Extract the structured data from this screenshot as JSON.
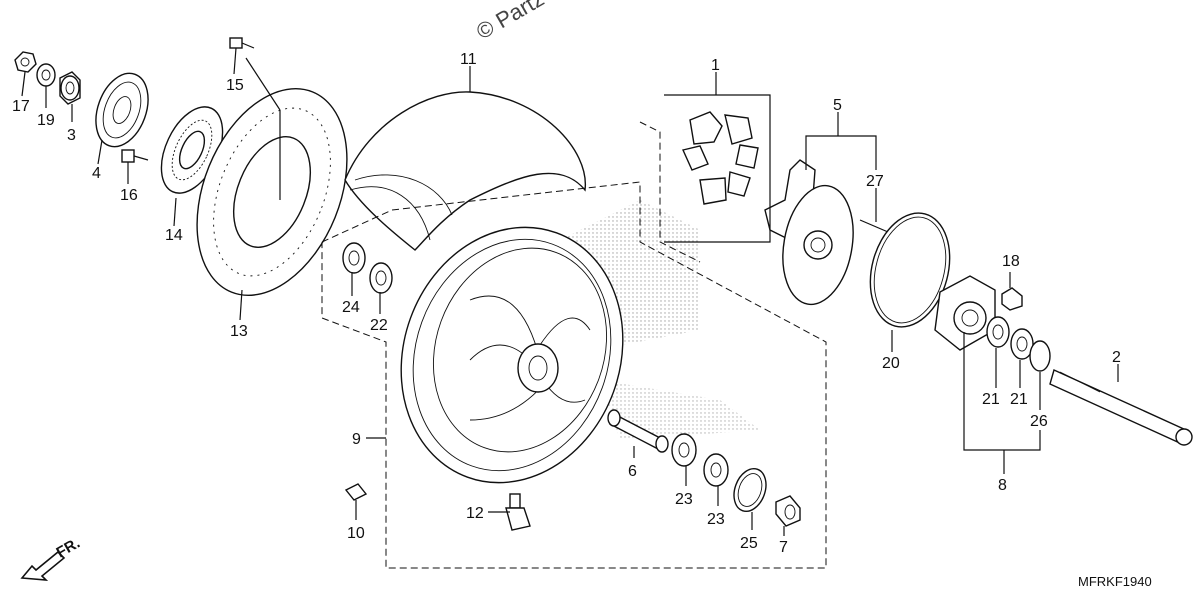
{
  "diagram": {
    "watermark": "© Partz",
    "diagram_code": "MFRKF1940",
    "direction_label": "FR.",
    "callouts": [
      "1",
      "2",
      "3",
      "4",
      "5",
      "6",
      "7",
      "8",
      "9",
      "10",
      "11",
      "12",
      "13",
      "14",
      "15",
      "16",
      "17",
      "18",
      "19",
      "20",
      "21",
      "21",
      "22",
      "23",
      "23",
      "24",
      "25",
      "26",
      "27"
    ]
  }
}
